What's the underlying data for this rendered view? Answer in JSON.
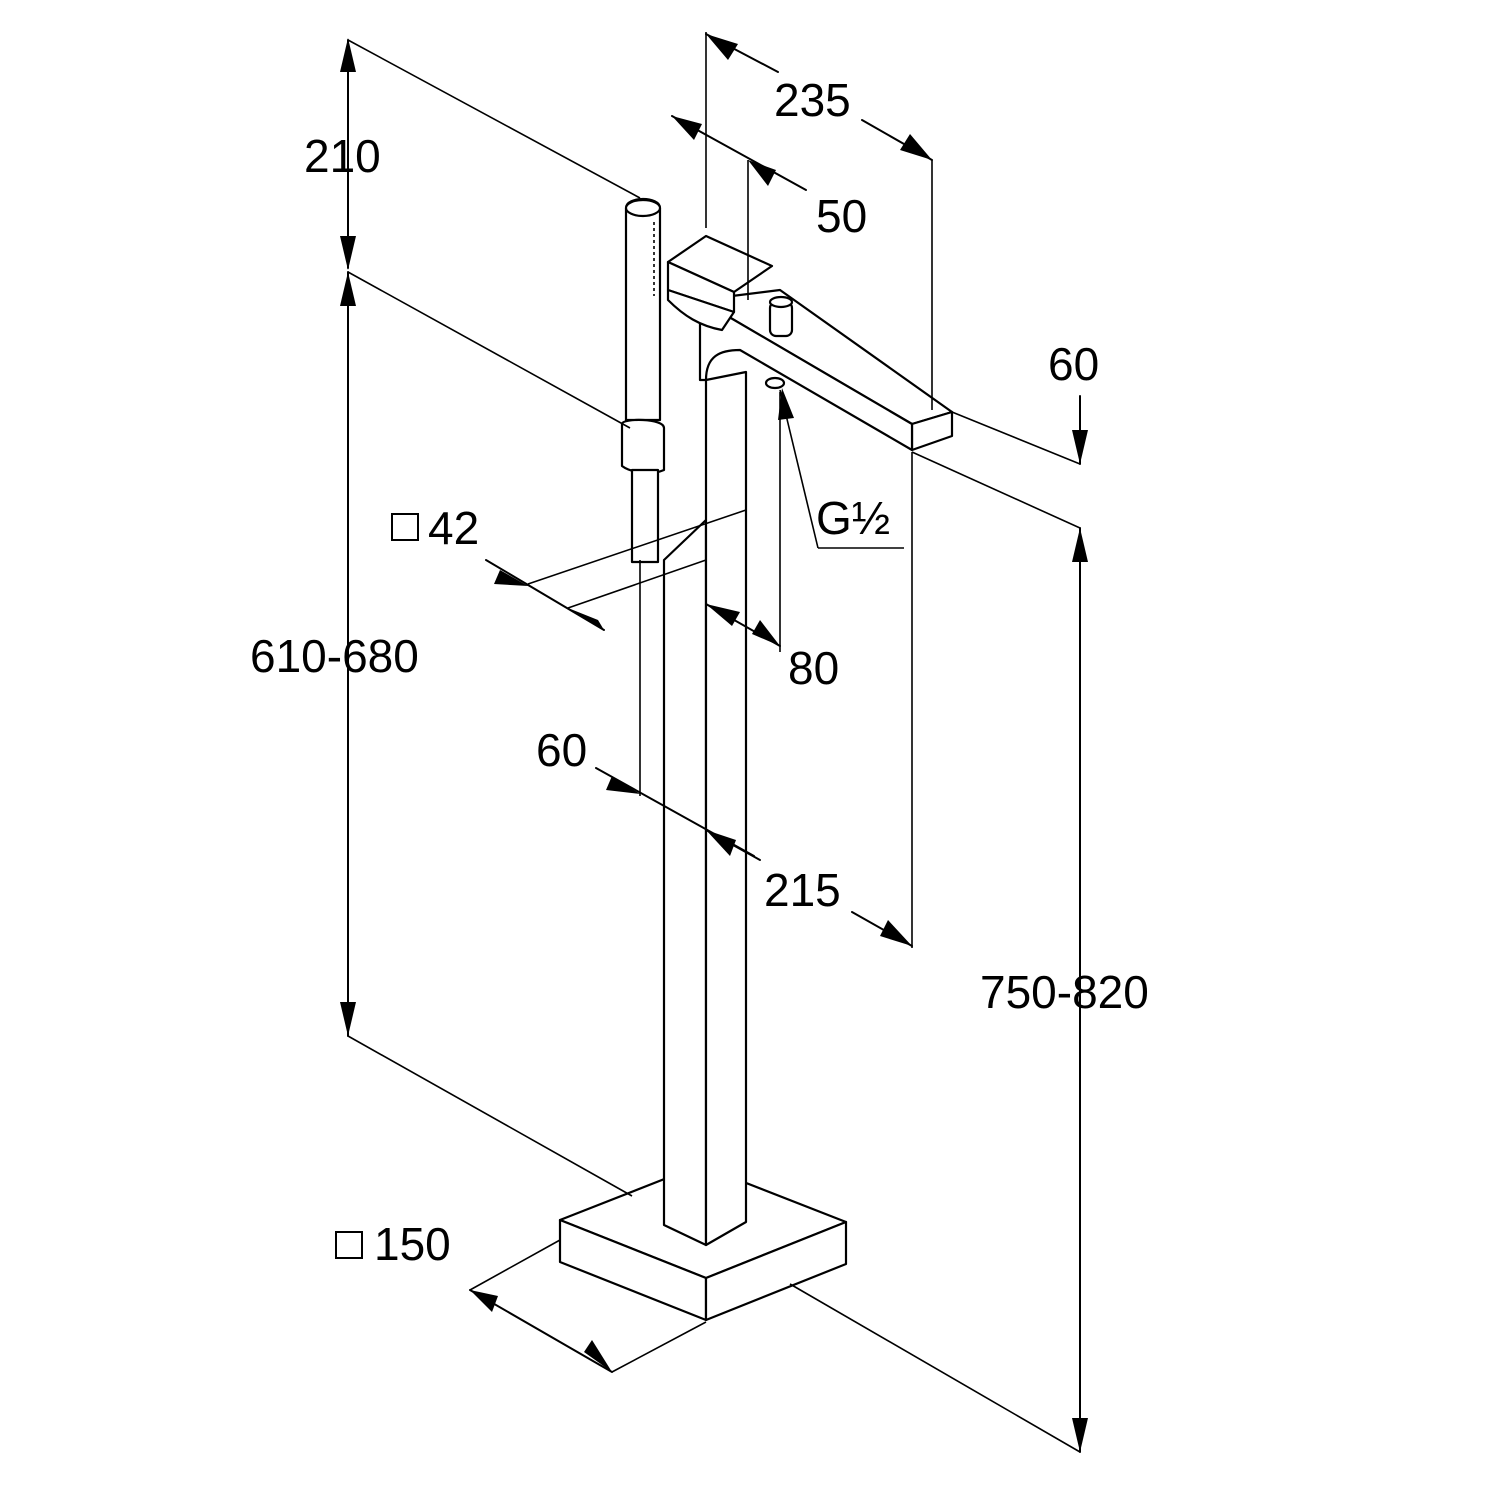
{
  "dimensions": {
    "handshower_height": "210",
    "width_total": "235",
    "handle_width": "50",
    "spout_height": "60",
    "hose_square": "42",
    "height_handshower_holder": "610-680",
    "spout_thread": "G½",
    "column_offset": "80",
    "column_width": "60",
    "spout_reach": "215",
    "total_height": "750-820",
    "base_square": "150"
  },
  "colors": {
    "line": "#000000",
    "background": "#ffffff"
  }
}
